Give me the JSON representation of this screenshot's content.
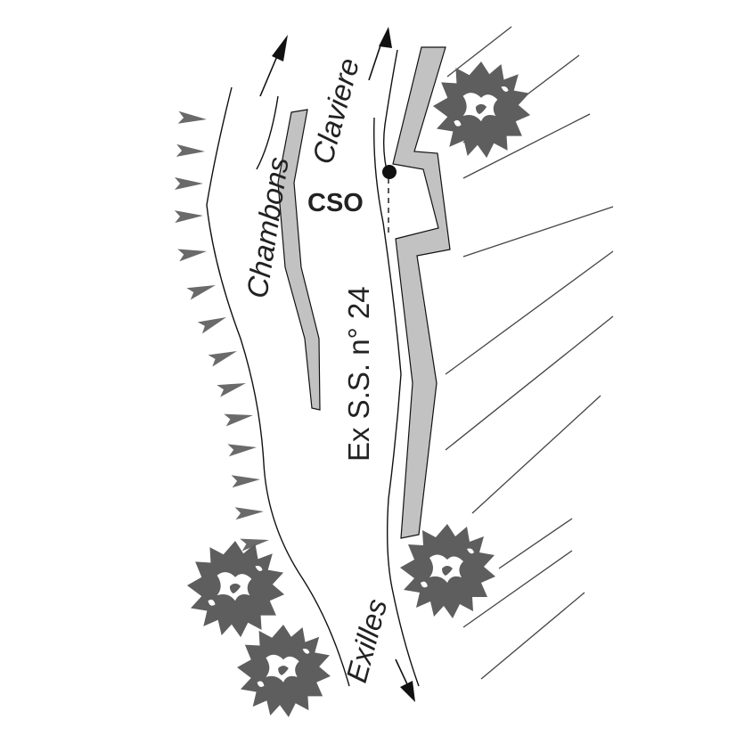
{
  "map": {
    "labels": {
      "chambons": "Chambons",
      "claviere": "Claviere",
      "cso": "CSO",
      "road": "Ex S.S. n° 24",
      "exilles": "Exilles"
    },
    "colors": {
      "line": "#111111",
      "gray_strip": "#c2c2c2",
      "tree": "#5e5e5e",
      "tooth": "#6a6a6a",
      "hatch": "#444444"
    }
  }
}
